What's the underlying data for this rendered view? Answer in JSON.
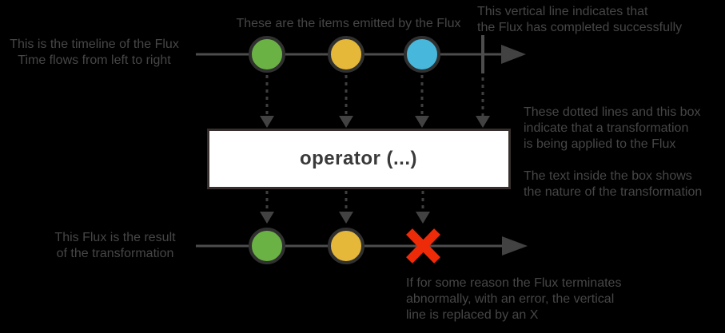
{
  "colors": {
    "background": "#000000",
    "annotation_text": "#464646",
    "timeline_line": "#4d4d4d",
    "arrowhead": "#424242",
    "dotted_line": "#3f3f3f",
    "node_border": "#303030",
    "item_green": "#6bb244",
    "item_yellow": "#e5b83a",
    "item_blue": "#47b8dc",
    "error_red": "#ee2b09",
    "operator_box_bg": "#ffffff",
    "operator_box_border": "#362f2d",
    "operator_text": "#3a3a3a"
  },
  "annotations": {
    "timeline": "This is the timeline of the Flux\nTime flows from left to right",
    "items": "These are the items emitted by the Flux",
    "complete": "This vertical line indicates that\nthe Flux has completed successfully",
    "transformation": "These dotted lines and this box\nindicate that a transformation\nis being applied to the Flux",
    "box_text": "The text inside the box shows\nthe nature of the transformation",
    "result": "This Flux is the result\nof the transformation",
    "error": "If for some reason the Flux terminates\nabnormally, with an error, the vertical\nline is replaced by an X"
  },
  "operator": {
    "label": "operator (...)"
  },
  "diagram": {
    "source_flux": {
      "item_colors": [
        "#6bb244",
        "#e5b83a",
        "#47b8dc"
      ],
      "terminal": "complete"
    },
    "result_flux": {
      "item_colors": [
        "#6bb244",
        "#e5b83a"
      ],
      "terminal": "error"
    }
  }
}
